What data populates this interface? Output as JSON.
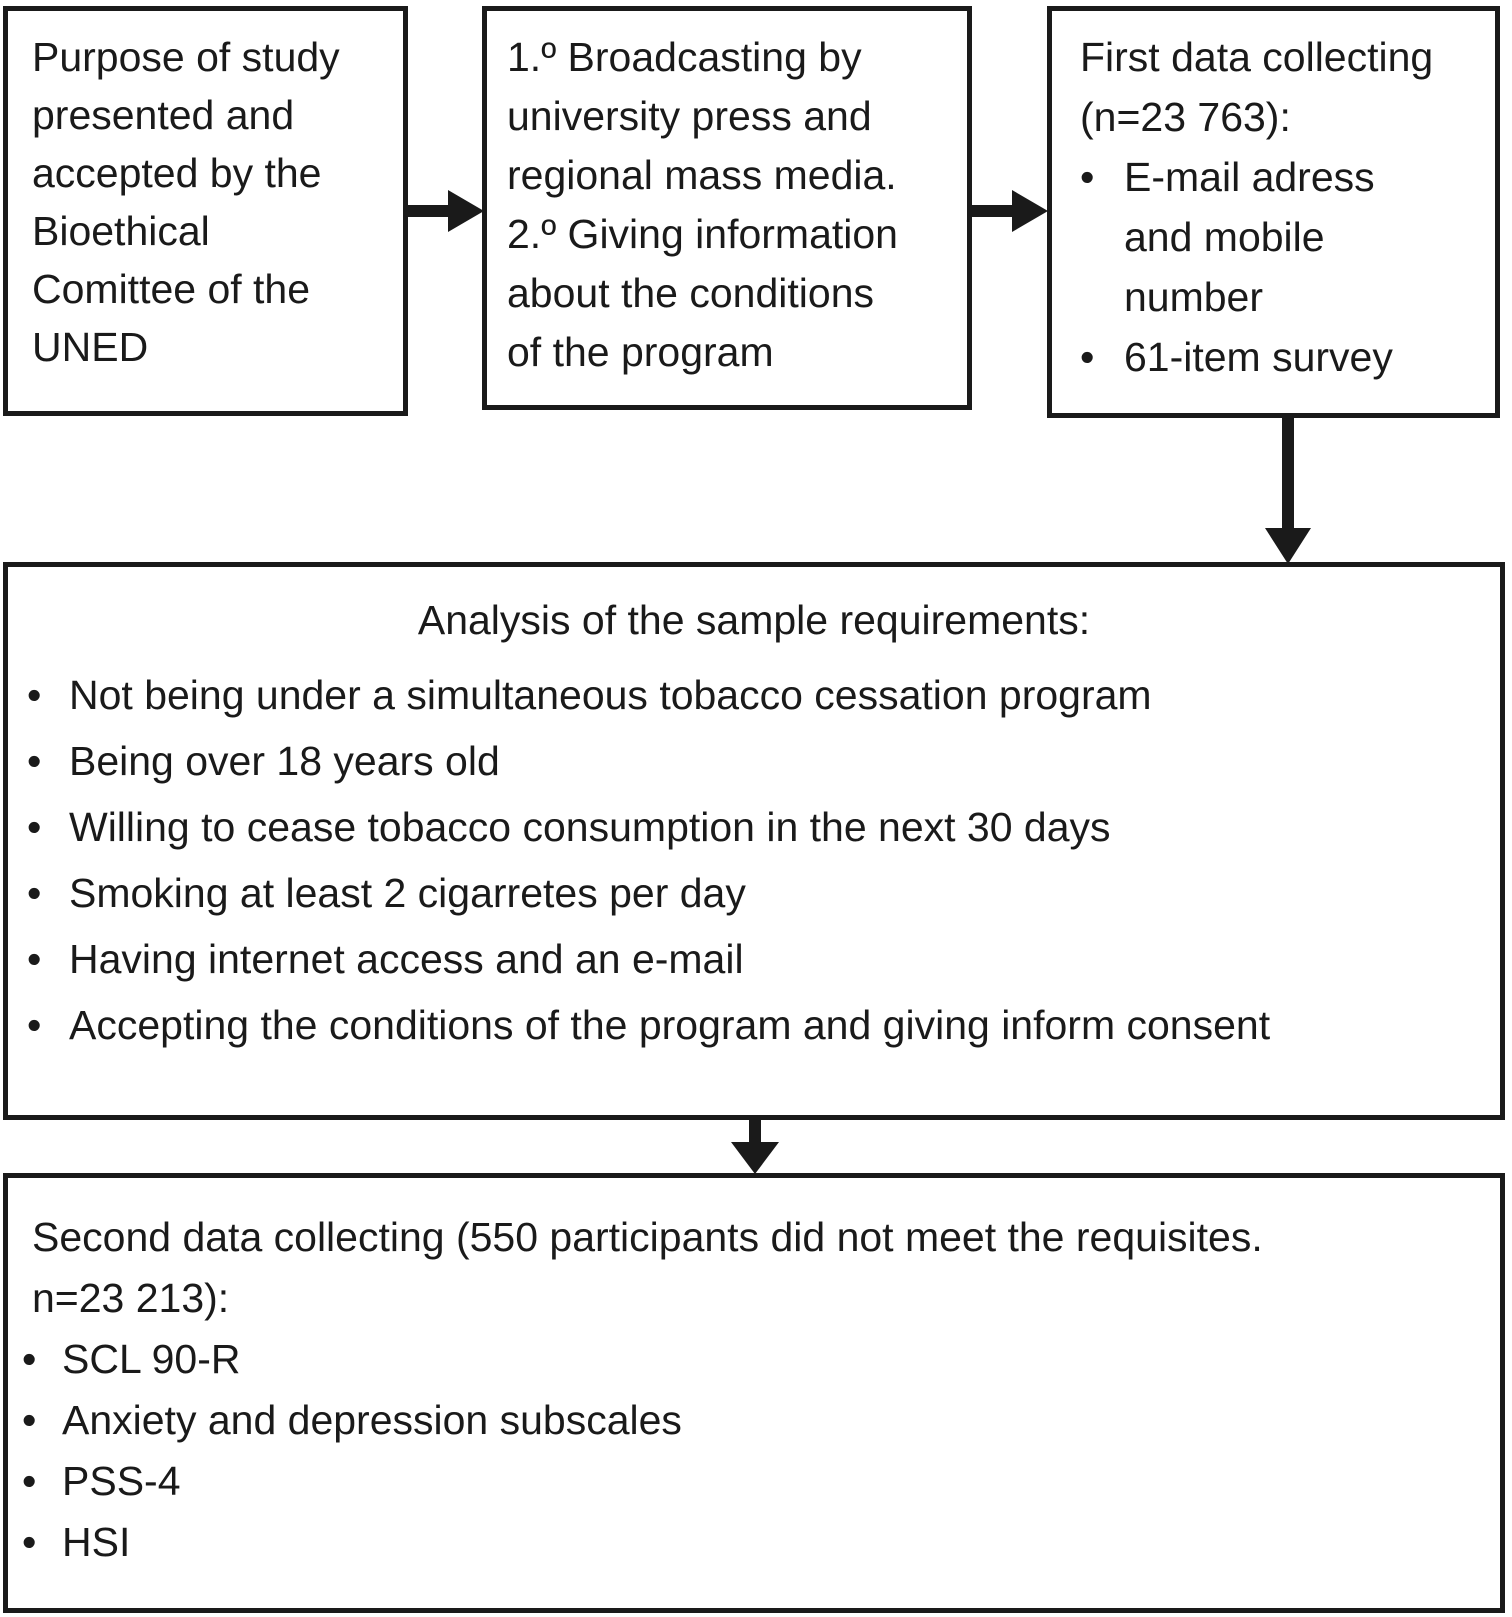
{
  "figure": {
    "colors": {
      "background": "#ffffff",
      "ink": "#1a1a1a",
      "box_border": "#1a1a1a",
      "arrow": "#1a1a1a"
    },
    "bullet_glyph": "•",
    "boxes": {
      "purpose": {
        "lines": [
          "Purpose of study",
          "presented and",
          "accepted by the",
          "Bioethical",
          "Comittee of the",
          "UNED"
        ]
      },
      "broadcasting": {
        "lines": [
          "1.º Broadcasting by",
          "university press and",
          "regional mass media.",
          "2.º Giving information",
          "about the conditions",
          "of the program"
        ]
      },
      "first_data": {
        "title_lines": [
          "First data collecting",
          "(n=23 763):"
        ],
        "bullets": [
          {
            "lines": [
              "E-mail adress",
              "and mobile",
              "number"
            ]
          },
          {
            "lines": [
              "61-item survey"
            ]
          }
        ]
      },
      "analysis": {
        "title": "Analysis of the sample requirements:",
        "bullets": [
          "Not being under a simultaneous tobacco cessation program",
          "Being over 18 years old",
          "Willing to cease tobacco consumption in the next 30 days",
          "Smoking at least 2 cigarretes per day",
          "Having internet access and an e-mail",
          "Accepting the conditions of the program and giving inform consent"
        ]
      },
      "second_data": {
        "title_lines": [
          "Second data collecting (550 participants did not meet the requisites.",
          "n=23 213):"
        ],
        "bullets": [
          "SCL 90-R",
          "Anxiety and depression subscales",
          "PSS-4",
          "HSI"
        ]
      }
    }
  }
}
